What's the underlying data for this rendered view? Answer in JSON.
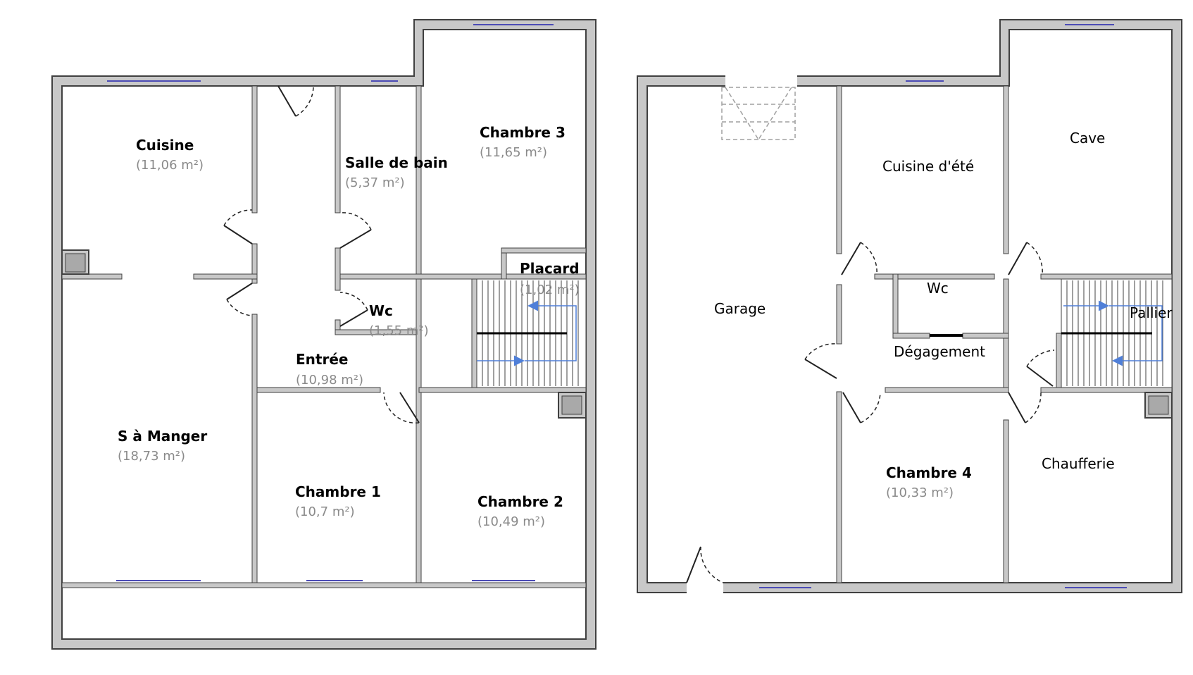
{
  "colors": {
    "wall_fill": "#c8c8c8",
    "wall_stroke": "#404040",
    "window": "#4b4bb5",
    "stair_arrow": "#4f7fd8"
  },
  "ground_floor": {
    "cuisine": {
      "name": "Cuisine",
      "area": "(11,06 m²)"
    },
    "salle_de_bain": {
      "name": "Salle de bain",
      "area": "(5,37 m²)"
    },
    "chambre3": {
      "name": "Chambre 3",
      "area": "(11,65 m²)"
    },
    "placard": {
      "name": "Placard",
      "area": "(1,02 m²)"
    },
    "wc": {
      "name": "Wc",
      "area": "(1,55 m²)"
    },
    "entree": {
      "name": "Entrée",
      "area": "(10,98 m²)"
    },
    "salle_a_manger": {
      "name": "S à Manger",
      "area": "(18,73 m²)"
    },
    "chambre1": {
      "name": "Chambre 1",
      "area": "(10,7 m²)"
    },
    "chambre2": {
      "name": "Chambre 2",
      "area": "(10,49 m²)"
    }
  },
  "basement": {
    "garage": {
      "name": "Garage"
    },
    "cuisine_ete": {
      "name": "Cuisine d'été"
    },
    "cave": {
      "name": "Cave"
    },
    "wc": {
      "name": "Wc"
    },
    "palier": {
      "name": "Pallier"
    },
    "degagement": {
      "name": "Dégagement"
    },
    "chambre4": {
      "name": "Chambre 4",
      "area": "(10,33 m²)"
    },
    "chaufferie": {
      "name": "Chaufferie"
    }
  }
}
